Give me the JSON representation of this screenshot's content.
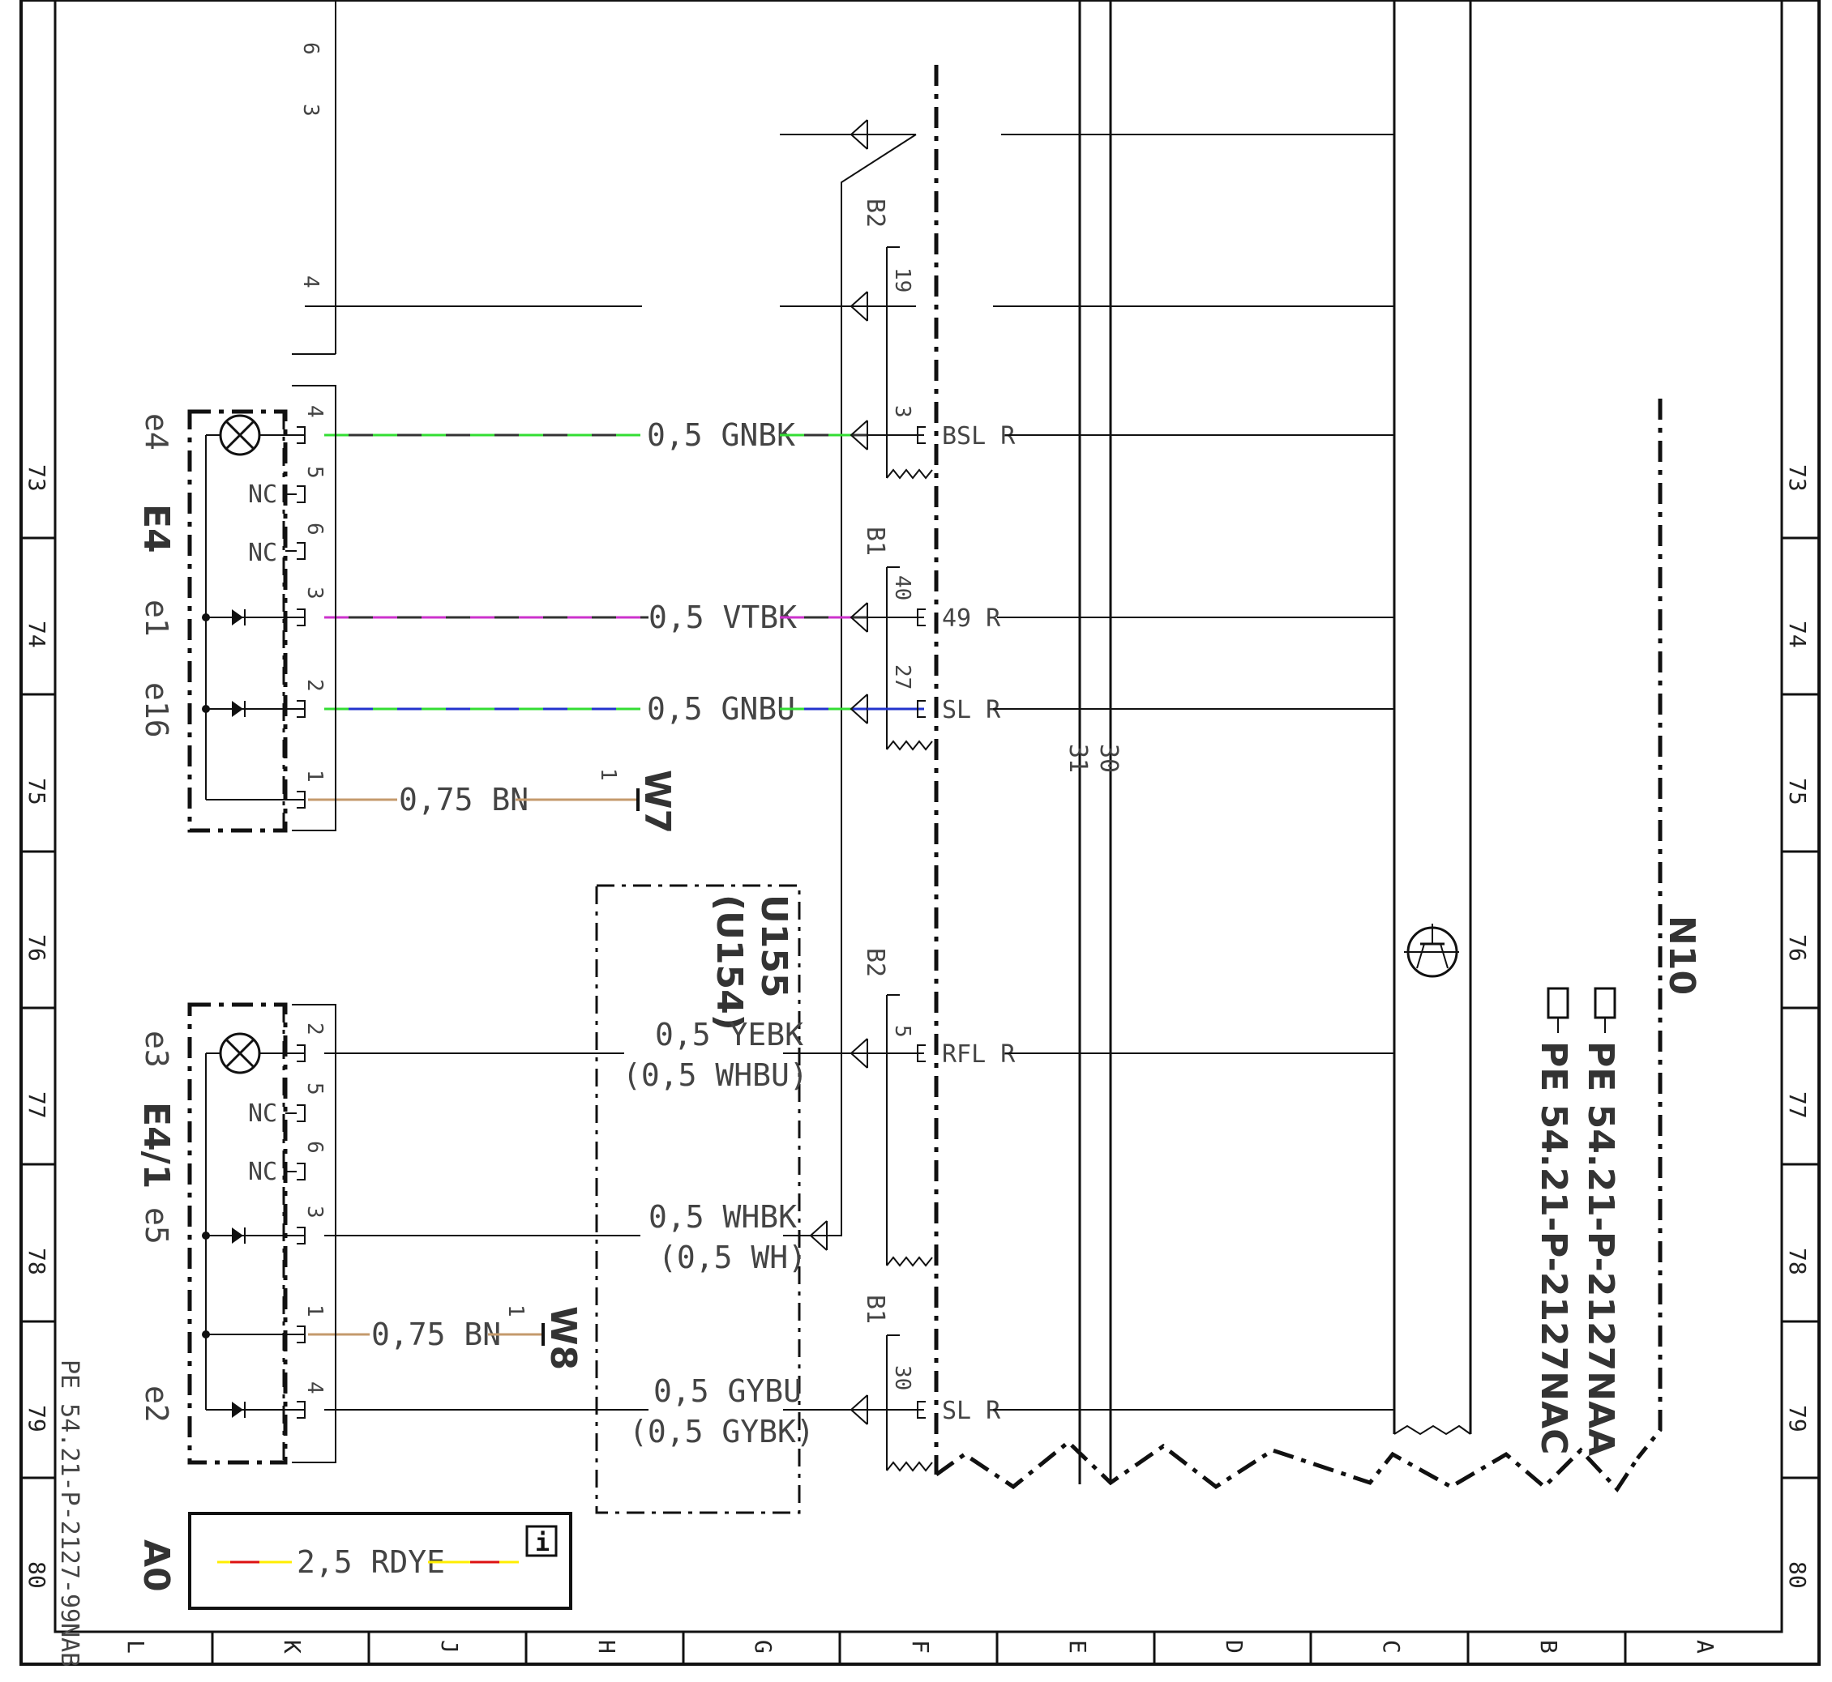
{
  "colors": {
    "line": "#111111",
    "text": "#444444",
    "green": "#33dd33",
    "violet": "#cc33cc",
    "blue": "#2233cc",
    "brown": "#c49a6c",
    "red": "#dd1111",
    "yellow": "#ffee00"
  },
  "columns": [
    "L",
    "K",
    "J",
    "H",
    "G",
    "F",
    "E",
    "D",
    "C",
    "B",
    "A"
  ],
  "rows": [
    "73",
    "74",
    "75",
    "76",
    "77",
    "78",
    "79",
    "80"
  ],
  "page_code": "PE 54.21-P-2127-99NAB",
  "title_box": {
    "label": "A0",
    "wire": "2,5 RDYE",
    "info_icon": "info-icon"
  },
  "top_pins": [
    "6",
    "3",
    "4"
  ],
  "connectors": {
    "b2_top": "B2",
    "b1_mid": "B1",
    "b2_low": "B2",
    "b1_low": "B1"
  },
  "components": {
    "e4": {
      "name": "E4",
      "parts": [
        "e4",
        "e1",
        "e16"
      ],
      "pins": [
        "4",
        "5",
        "6",
        "3",
        "2",
        "1"
      ],
      "nc": [
        "NC",
        "NC"
      ]
    },
    "e4_1": {
      "name": "E4/1",
      "parts": [
        "e3",
        "e5",
        "e2"
      ],
      "pins": [
        "2",
        "5",
        "6",
        "3",
        "1",
        "4"
      ],
      "nc": [
        "NC",
        "NC"
      ]
    },
    "u155": {
      "name": "U155",
      "alt": "(U154)"
    },
    "w7": {
      "name": "W7",
      "pin": "1"
    },
    "w8": {
      "name": "W8",
      "pin": "1"
    },
    "n10": {
      "name": "N10",
      "refs": [
        "PE 54.21-P-2127NAA",
        "PE 54.21-P-2127NAC"
      ],
      "lines": [
        "31",
        "30"
      ]
    }
  },
  "wires": [
    {
      "label": "0,5 GNBK",
      "pin": "3",
      "signal": "BSL R"
    },
    {
      "label": "0,5 VTBK",
      "pin": "40",
      "signal": "49 R"
    },
    {
      "label": "0,5 GNBU",
      "pin": "27",
      "signal": "SL R"
    },
    {
      "label": "0,75 BN"
    },
    {
      "label": "0,5 YEBK",
      "alt": "(0,5 WHBU)",
      "pin": "5",
      "signal": "RFL R"
    },
    {
      "label": "0,5 WHBK",
      "alt": "(0,5 WH)"
    },
    {
      "label": "0,75 BN"
    },
    {
      "label": "0,5 GYBU",
      "alt": "(0,5 GYBK)",
      "pin": "30",
      "signal": "SL R"
    }
  ],
  "top_pin_19": "19"
}
